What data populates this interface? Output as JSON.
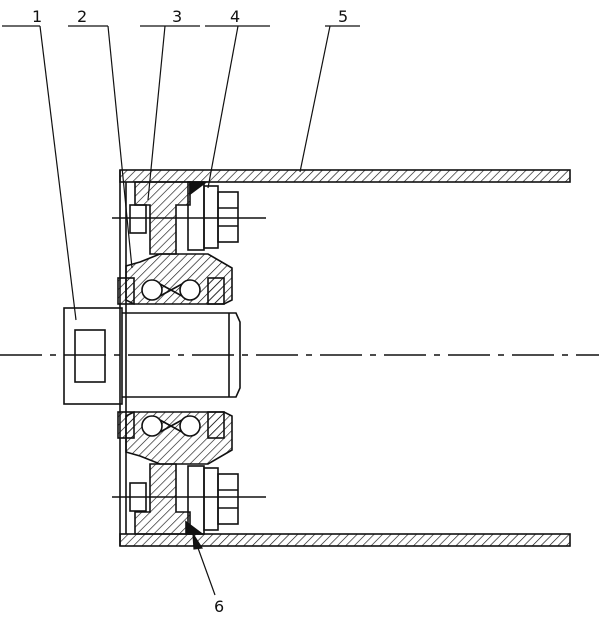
{
  "labels": {
    "n1": "1",
    "n2": "2",
    "n3": "3",
    "n4": "4",
    "n5": "5",
    "n6": "6"
  },
  "colors": {
    "line": "#111111",
    "background": "#ffffff"
  }
}
